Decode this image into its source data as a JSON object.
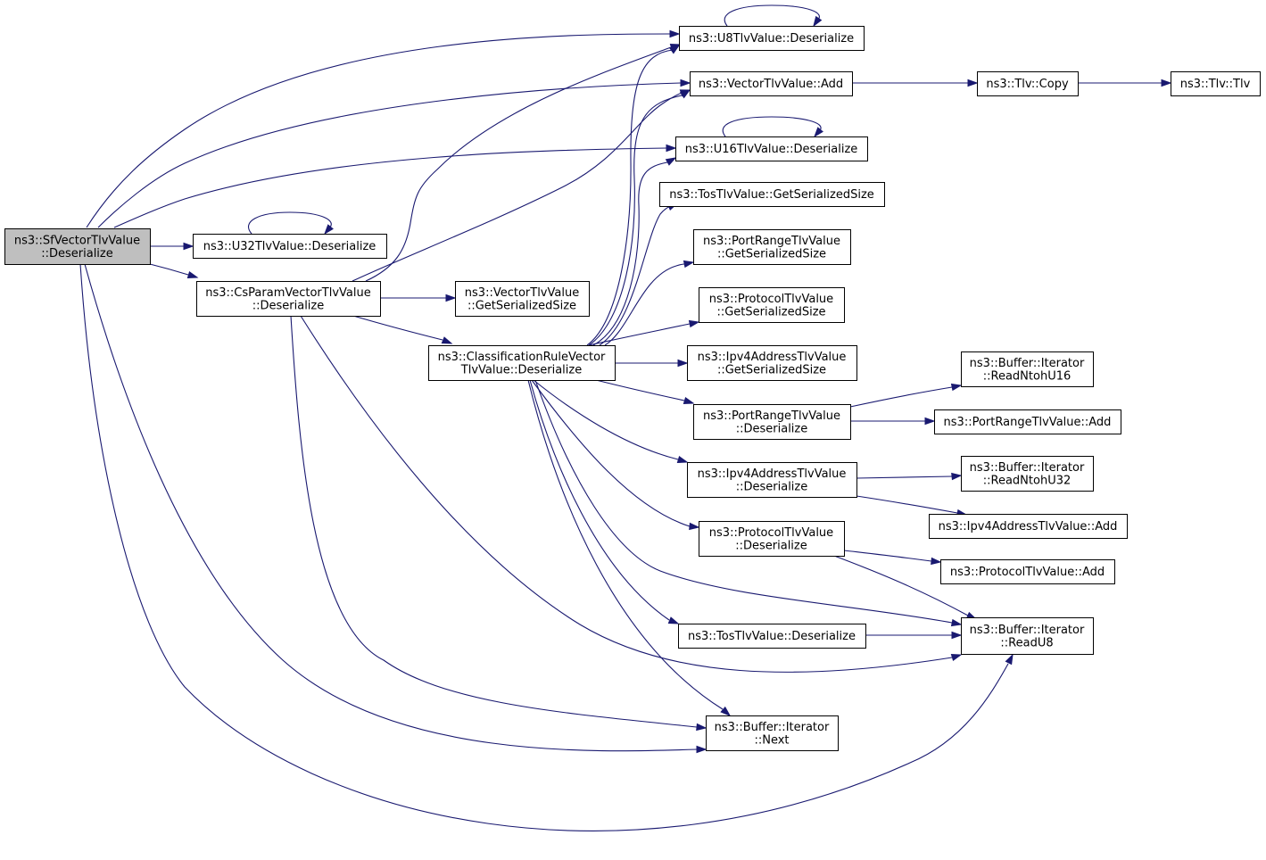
{
  "graph": {
    "nodes": [
      {
        "id": "sfvector",
        "name": "node-sfvectortlvvalue-deserialize",
        "lines": [
          "ns3::SfVectorTlvValue",
          "::Deserialize"
        ],
        "root": true
      },
      {
        "id": "u32",
        "name": "node-u32tlvvalue-deserialize",
        "lines": [
          "ns3::U32TlvValue::Deserialize"
        ]
      },
      {
        "id": "csparam",
        "name": "node-csparamvectortlvvalue-deserialize",
        "lines": [
          "ns3::CsParamVectorTlvValue",
          "::Deserialize"
        ]
      },
      {
        "id": "vecgss",
        "name": "node-vectortlvvalue-getserializedsize",
        "lines": [
          "ns3::VectorTlvValue",
          "::GetSerializedSize"
        ]
      },
      {
        "id": "classrule",
        "name": "node-classificationrulevectortlvvalue-deserialize",
        "lines": [
          "ns3::ClassificationRuleVector",
          "TlvValue::Deserialize"
        ]
      },
      {
        "id": "u8",
        "name": "node-u8tlvvalue-deserialize",
        "lines": [
          "ns3::U8TlvValue::Deserialize"
        ]
      },
      {
        "id": "vecadd",
        "name": "node-vectortlvvalue-add",
        "lines": [
          "ns3::VectorTlvValue::Add"
        ]
      },
      {
        "id": "tlvcopy",
        "name": "node-tlv-copy",
        "lines": [
          "ns3::Tlv::Copy"
        ]
      },
      {
        "id": "tlvtlv",
        "name": "node-tlv-tlv",
        "lines": [
          "ns3::Tlv::Tlv"
        ]
      },
      {
        "id": "u16",
        "name": "node-u16tlvvalue-deserialize",
        "lines": [
          "ns3::U16TlvValue::Deserialize"
        ]
      },
      {
        "id": "tosgss",
        "name": "node-tostlvvalue-getserializedsize",
        "lines": [
          "ns3::TosTlvValue::GetSerializedSize"
        ]
      },
      {
        "id": "portgss",
        "name": "node-portrangetlvvalue-getserializedsize",
        "lines": [
          "ns3::PortRangeTlvValue",
          "::GetSerializedSize"
        ]
      },
      {
        "id": "protogss",
        "name": "node-protocoltlvvalue-getserializedsize",
        "lines": [
          "ns3::ProtocolTlvValue",
          "::GetSerializedSize"
        ]
      },
      {
        "id": "ipv4gss",
        "name": "node-ipv4addresstlvvalue-getserializedsize",
        "lines": [
          "ns3::Ipv4AddressTlvValue",
          "::GetSerializedSize"
        ]
      },
      {
        "id": "portdes",
        "name": "node-portrangetlvvalue-deserialize",
        "lines": [
          "ns3::PortRangeTlvValue",
          "::Deserialize"
        ]
      },
      {
        "id": "ipv4des",
        "name": "node-ipv4addresstlvvalue-deserialize",
        "lines": [
          "ns3::Ipv4AddressTlvValue",
          "::Deserialize"
        ]
      },
      {
        "id": "protodes",
        "name": "node-protocoltlvvalue-deserialize",
        "lines": [
          "ns3::ProtocolTlvValue",
          "::Deserialize"
        ]
      },
      {
        "id": "tosdes",
        "name": "node-tostlvvalue-deserialize",
        "lines": [
          "ns3::TosTlvValue::Deserialize"
        ]
      },
      {
        "id": "next",
        "name": "node-buffer-iterator-next",
        "lines": [
          "ns3::Buffer::Iterator",
          "::Next"
        ]
      },
      {
        "id": "readu16",
        "name": "node-buffer-iterator-readntohu16",
        "lines": [
          "ns3::Buffer::Iterator",
          "::ReadNtohU16"
        ]
      },
      {
        "id": "portadd",
        "name": "node-portrangetlvvalue-add",
        "lines": [
          "ns3::PortRangeTlvValue::Add"
        ]
      },
      {
        "id": "readu32",
        "name": "node-buffer-iterator-readntohu32",
        "lines": [
          "ns3::Buffer::Iterator",
          "::ReadNtohU32"
        ]
      },
      {
        "id": "ipv4add",
        "name": "node-ipv4addresstlvvalue-add",
        "lines": [
          "ns3::Ipv4AddressTlvValue::Add"
        ]
      },
      {
        "id": "protoadd",
        "name": "node-protocoltlvvalue-add",
        "lines": [
          "ns3::ProtocolTlvValue::Add"
        ]
      },
      {
        "id": "readu8",
        "name": "node-buffer-iterator-readu8",
        "lines": [
          "ns3::Buffer::Iterator",
          "::ReadU8"
        ]
      }
    ],
    "edges": [
      [
        "sfvector",
        "u8"
      ],
      [
        "sfvector",
        "vecadd"
      ],
      [
        "sfvector",
        "u16"
      ],
      [
        "sfvector",
        "u32"
      ],
      [
        "sfvector",
        "csparam"
      ],
      [
        "sfvector",
        "next"
      ],
      [
        "sfvector",
        "readu8"
      ],
      [
        "u32",
        "u32"
      ],
      [
        "u8",
        "u8"
      ],
      [
        "u16",
        "u16"
      ],
      [
        "csparam",
        "u8"
      ],
      [
        "csparam",
        "vecadd"
      ],
      [
        "csparam",
        "vecgss"
      ],
      [
        "csparam",
        "classrule"
      ],
      [
        "csparam",
        "next"
      ],
      [
        "csparam",
        "readu8"
      ],
      [
        "vecadd",
        "tlvcopy"
      ],
      [
        "tlvcopy",
        "tlvtlv"
      ],
      [
        "classrule",
        "u8"
      ],
      [
        "classrule",
        "vecadd"
      ],
      [
        "classrule",
        "u16"
      ],
      [
        "classrule",
        "tosgss"
      ],
      [
        "classrule",
        "portgss"
      ],
      [
        "classrule",
        "protogss"
      ],
      [
        "classrule",
        "ipv4gss"
      ],
      [
        "classrule",
        "portdes"
      ],
      [
        "classrule",
        "ipv4des"
      ],
      [
        "classrule",
        "protodes"
      ],
      [
        "classrule",
        "tosdes"
      ],
      [
        "classrule",
        "next"
      ],
      [
        "classrule",
        "readu8"
      ],
      [
        "portdes",
        "readu16"
      ],
      [
        "portdes",
        "portadd"
      ],
      [
        "ipv4des",
        "readu32"
      ],
      [
        "ipv4des",
        "ipv4add"
      ],
      [
        "protodes",
        "protoadd"
      ],
      [
        "protodes",
        "readu8"
      ],
      [
        "tosdes",
        "readu8"
      ]
    ]
  },
  "colors": {
    "edge": "#191970",
    "root_fill": "#bfbfbf",
    "node_fill": "#ffffff",
    "node_border": "#000000"
  }
}
